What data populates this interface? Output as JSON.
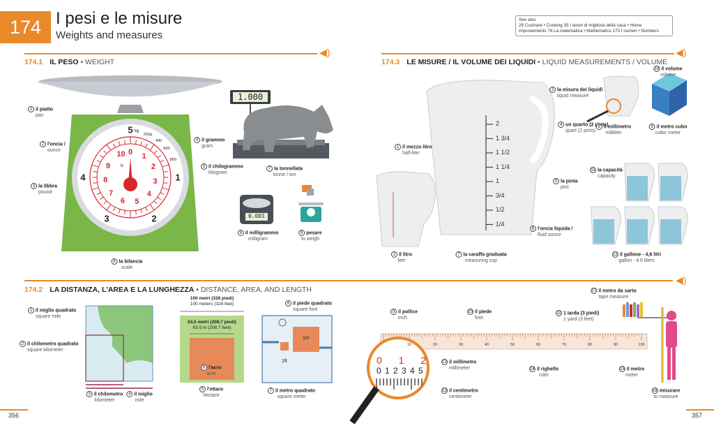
{
  "header": {
    "chapter_number": "174",
    "title_it": "I pesi e le misure",
    "title_en": "Weights and measures",
    "see_also_label": "See also",
    "see_also_text": "29 Cucinare • Cooking  35 I lavori di miglioria della casa • Home improvements  74 La matematica • Mathematics  173 I numeri • Numbers"
  },
  "sections": {
    "s1": {
      "number": "174.1",
      "it": "IL PESO",
      "sep": " • ",
      "en": "WEIGHT"
    },
    "s2": {
      "number": "174.2",
      "it": "LA DISTANZA, L'AREA E LA LUNGHEZZA",
      "sep": " • ",
      "en": "DISTANCE, AREA, AND LENGTH"
    },
    "s3": {
      "number": "174.3",
      "it": "LE MISURE / IL VOLUME DEI LIQUIDI",
      "sep": " • ",
      "en": "LIQUID MEASUREMENTS / VOLUME"
    }
  },
  "weight": {
    "items": [
      {
        "n": "1",
        "it": "il piatto",
        "en": "pan"
      },
      {
        "n": "2",
        "it": "l'oncia /",
        "en": "ounce"
      },
      {
        "n": "3",
        "it": "la libbra",
        "en": "pound"
      },
      {
        "n": "4",
        "it": "il grammo",
        "en": "gram"
      },
      {
        "n": "5",
        "it": "il chilogrammo",
        "en": "kilogram"
      },
      {
        "n": "6",
        "it": "la bilancia",
        "en": "scale"
      },
      {
        "n": "7",
        "it": "la tonnellata",
        "en": "tonne / ton"
      },
      {
        "n": "8",
        "it": "il milligrammo",
        "en": "milligram"
      },
      {
        "n": "9",
        "it": "pesare",
        "en": "to weigh"
      }
    ],
    "dial_outer": [
      "5",
      "1",
      "2",
      "3",
      "4"
    ],
    "dial_top_unit": "kg",
    "dial_inner": [
      "10",
      "0",
      "1",
      "2",
      "3",
      "4",
      "5",
      "6",
      "7",
      "8",
      "9"
    ],
    "dial_inner_unit": "lb",
    "dial_grams": [
      "200g",
      "400",
      "600",
      "800"
    ],
    "ton_display": "1.000",
    "mg_display": "0.001"
  },
  "distance": {
    "items": [
      {
        "n": "1",
        "it": "il miglio quadrato",
        "en": "square mile"
      },
      {
        "n": "2",
        "it": "il chilometro quadrato",
        "en": "square kilometer"
      },
      {
        "n": "3",
        "it": "il chilometro",
        "en": "kilometer"
      },
      {
        "n": "4",
        "it": "il miglio",
        "en": "mile"
      },
      {
        "n": "5",
        "it": "l'ettaro",
        "en": "hectare"
      },
      {
        "n": "6",
        "it": "l'acro",
        "en": "acre"
      },
      {
        "n": "7",
        "it": "il metro quadrato",
        "en": "square meter"
      },
      {
        "n": "8",
        "it": "il piede quadrato",
        "en": "square foot"
      }
    ],
    "hectare_top_it": "100 metri (328 piedi)",
    "hectare_top_en": "100 meters (328 feet)",
    "acre_top_it": "63,5 metri (208,7 piedi)",
    "acre_top_en": "63.5 m (208.7 feet)",
    "floor_1m": "1m",
    "floor_1ft": "1ft"
  },
  "length": {
    "items": [
      {
        "n": "9",
        "it": "il pollice",
        "en": "inch"
      },
      {
        "n": "10",
        "it": "il piede",
        "en": "foot"
      },
      {
        "n": "11",
        "it": "1 iarda (3 piedi)",
        "en": "1 yard (3 feet)"
      },
      {
        "n": "12",
        "it": "il millimetro",
        "en": "millimeter"
      },
      {
        "n": "13",
        "it": "il centimetro",
        "en": "centimeter"
      },
      {
        "n": "14",
        "it": "il righello",
        "en": "ruler"
      },
      {
        "n": "15",
        "it": "il metro",
        "en": "meter"
      },
      {
        "n": "16",
        "it": "misurare",
        "en": "to measure"
      },
      {
        "n": "17",
        "it": "il metro da sarto",
        "en": "tape measure"
      }
    ],
    "ruler_marks": [
      "10",
      "20",
      "30",
      "40",
      "50",
      "60",
      "70",
      "80",
      "90",
      "100"
    ],
    "magnifier_top": "0 1 2",
    "magnifier_digits": "0 1 2 3 4 5"
  },
  "liquid": {
    "items": [
      {
        "n": "1",
        "it": "il mezzo litro",
        "en": "half-liter"
      },
      {
        "n": "2",
        "it": "il litro",
        "en": "liter"
      },
      {
        "n": "3",
        "it": "la misura dei liquidi",
        "en": "liquid measure"
      },
      {
        "n": "4",
        "it": "un quarto (2 pinte)",
        "en": "quart (2 pints)"
      },
      {
        "n": "5",
        "it": "la pinta",
        "en": "pint"
      },
      {
        "n": "6",
        "it": "l'oncia liquida /",
        "en": "fluid ounce"
      },
      {
        "n": "7",
        "it": "la caraffa graduata",
        "en": "measuring cup"
      },
      {
        "n": "8",
        "it": "il millimetro",
        "en": "milliliter"
      },
      {
        "n": "9",
        "it": "il metro cubo",
        "en": "cubic meter"
      },
      {
        "n": "10",
        "it": "il volume",
        "en": "volume"
      },
      {
        "n": "11",
        "it": "la capacità",
        "en": "capacity"
      },
      {
        "n": "12",
        "it": "il gallone - 4,6 litri",
        "en": "gallon - 4.6 liters"
      }
    ],
    "jug_marks": [
      "2",
      "1 3/4",
      "1 1/2",
      "1 1/4",
      "1",
      "3/4",
      "1/2",
      "1/4"
    ]
  },
  "footer": {
    "left_page": "356",
    "right_page": "357"
  },
  "colors": {
    "accent": "#e8892a",
    "scale_green": "#7ab648",
    "dial_red": "#d8262e"
  }
}
